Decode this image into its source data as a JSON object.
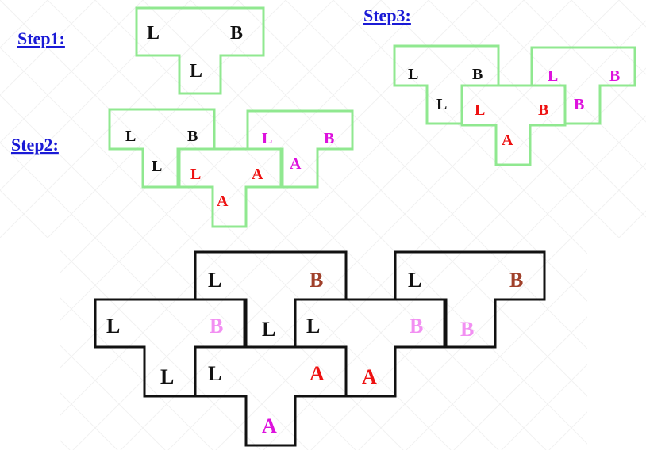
{
  "steps": {
    "step1": "Step1:",
    "step2": "Step2:",
    "step3": "Step3:"
  },
  "letters": {
    "L": "L",
    "B": "B",
    "A": "A"
  },
  "colors": {
    "link_blue": "#1a1ad6",
    "tile_outline": "#90e890",
    "final_outline": "#111111",
    "black": "#111111",
    "red": "#ee1111",
    "magenta": "#dd11dd",
    "brown": "#a0402a",
    "pink": "#f28ff2"
  }
}
